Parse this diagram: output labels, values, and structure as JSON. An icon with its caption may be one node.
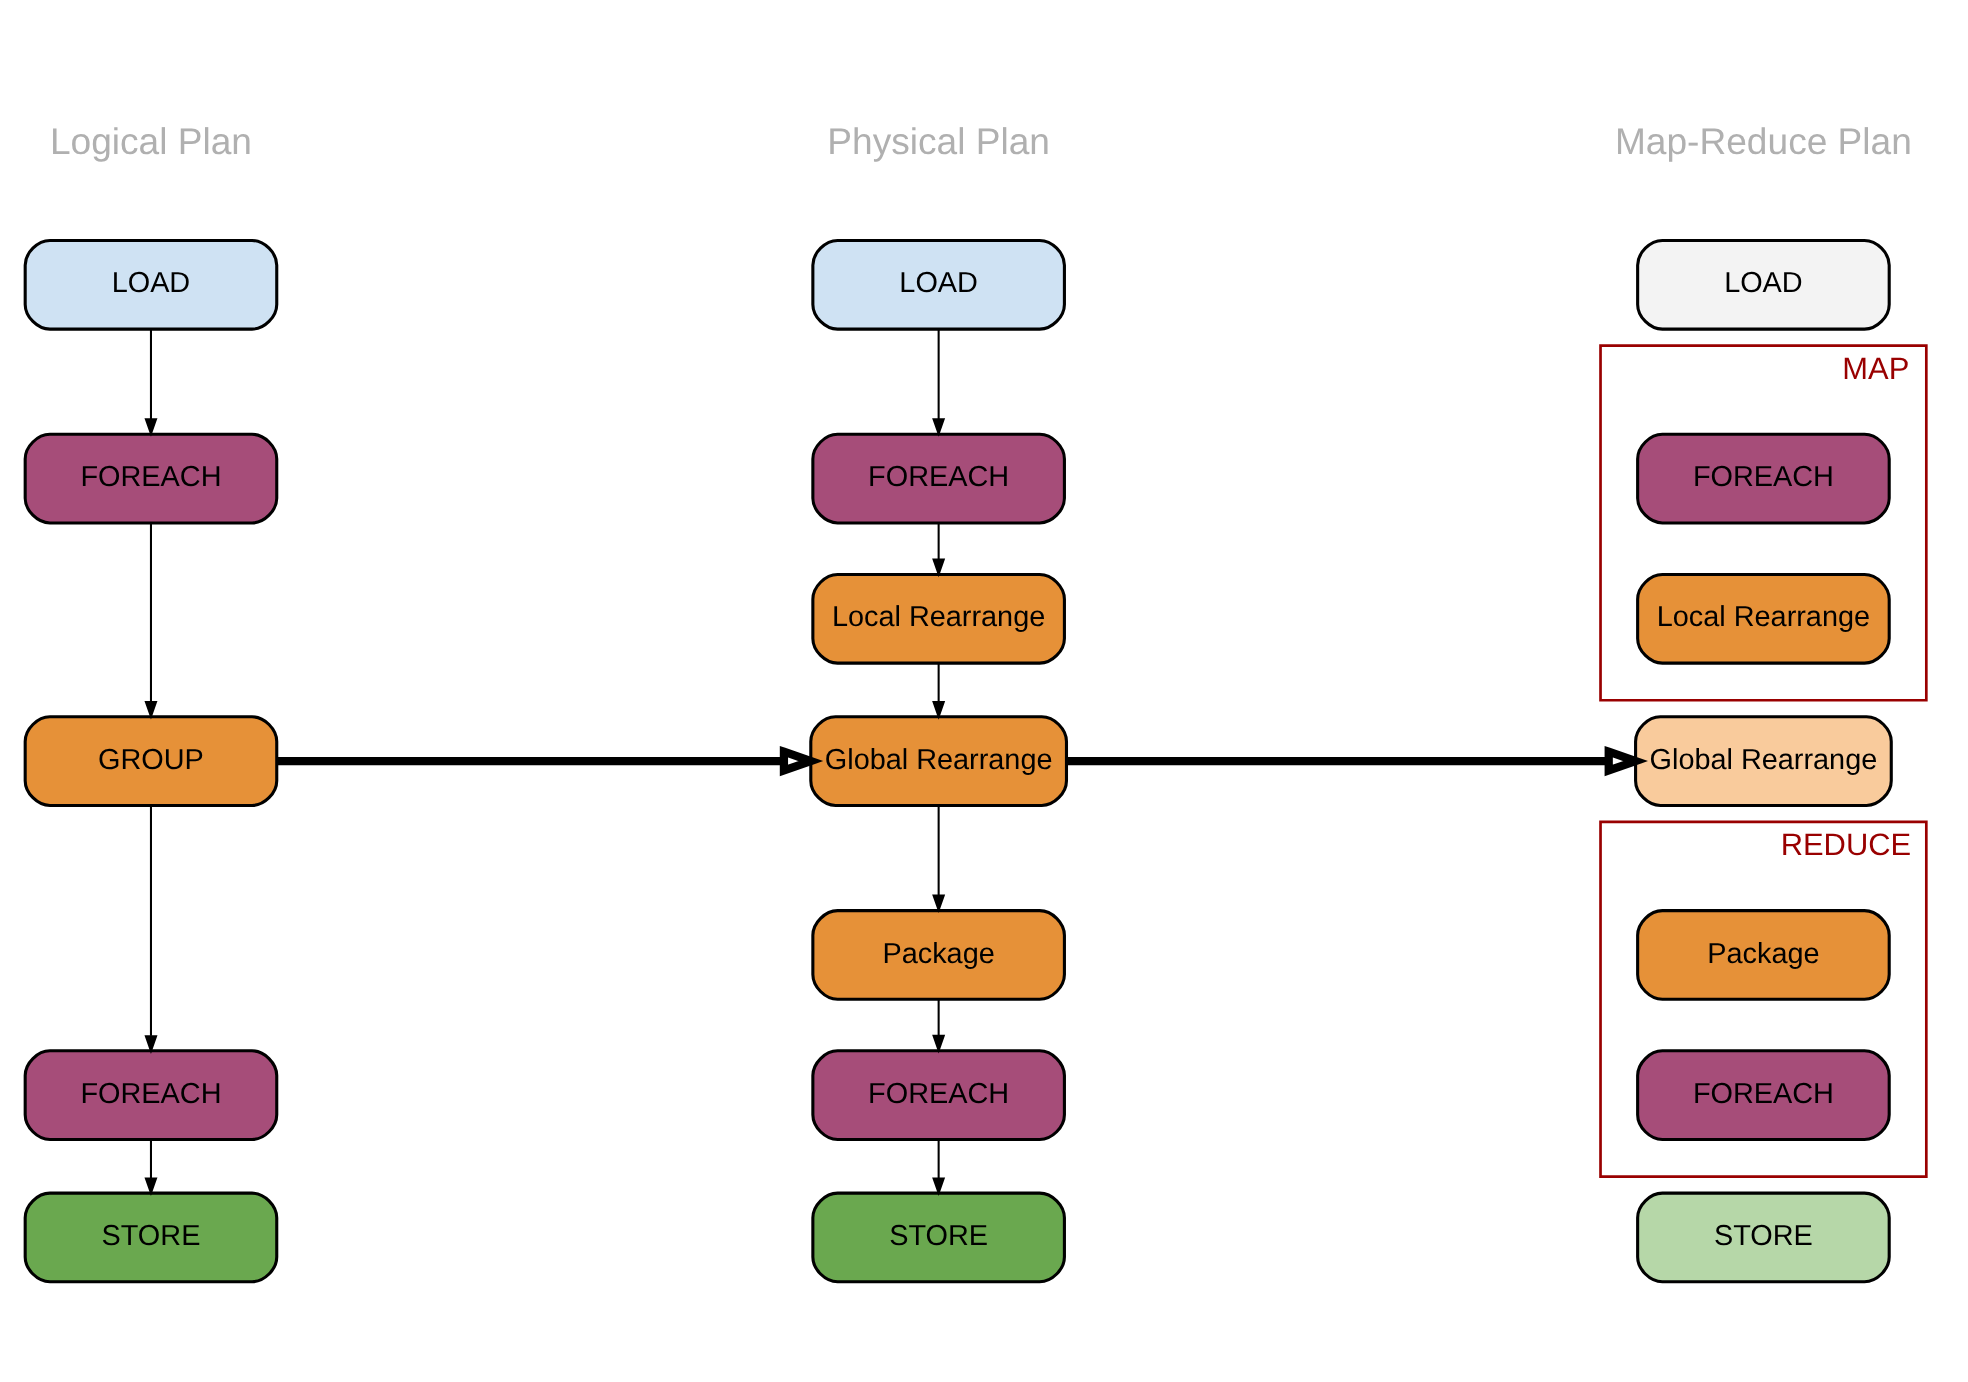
{
  "diagram": {
    "nodes": [
      {
        "text": [
          "LOAD"
        ]
      },
      {
        "text": [
          "FOREACH"
        ]
      },
      {
        "text": [
          "GROUP"
        ]
      },
      {
        "text": [
          "FOREACH"
        ]
      },
      {
        "text": [
          "STORE"
        ]
      },
      {
        "text": [
          "LOAD"
        ]
      },
      {
        "text": [
          "FOREACH"
        ]
      },
      {
        "text": [
          "Local Rearrange"
        ]
      },
      {
        "text": [
          "Global Rearrange"
        ]
      },
      {
        "text": [
          "Package"
        ]
      },
      {
        "text": [
          "FOREACH"
        ]
      },
      {
        "text": [
          "STORE"
        ]
      },
      {
        "text": [
          "LOAD"
        ]
      },
      {
        "text": [
          "MAP"
        ]
      },
      {
        "text": [
          "FOREACH"
        ],
        "in": 13
      },
      {
        "text": [
          "Local Rearrange"
        ],
        "in": 13
      },
      {
        "text": [
          "Global Rearrange"
        ]
      },
      {
        "text": [
          "REDUCE"
        ]
      },
      {
        "text": [
          "Package"
        ],
        "in": 17
      },
      {
        "text": [
          "FOREACH"
        ],
        "in": 17
      },
      {
        "text": [
          "STORE"
        ]
      }
    ],
    "edges": [
      {
        "from": 0,
        "to": 1,
        "arrow": "to"
      },
      {
        "from": 1,
        "to": 2,
        "arrow": "to"
      },
      {
        "from": 2,
        "to": 3,
        "arrow": "to"
      },
      {
        "from": 3,
        "to": 4,
        "arrow": "to"
      },
      {
        "from": 2,
        "to": 8,
        "arrow": "to",
        "style": "thick"
      },
      {
        "from": 5,
        "to": 6,
        "arrow": "to"
      },
      {
        "from": 6,
        "to": 7,
        "arrow": "to"
      },
      {
        "from": 7,
        "to": 8,
        "arrow": "to"
      },
      {
        "from": 8,
        "to": 9,
        "arrow": "to"
      },
      {
        "from": 9,
        "to": 10,
        "arrow": "to"
      },
      {
        "from": 10,
        "to": 11,
        "arrow": "to"
      },
      {
        "from": 8,
        "to": 16,
        "arrow": "to",
        "style": "thick"
      }
    ],
    "labels": [
      "Logical Plan",
      "Physical Plan",
      "Map-Reduce Plan"
    ]
  }
}
